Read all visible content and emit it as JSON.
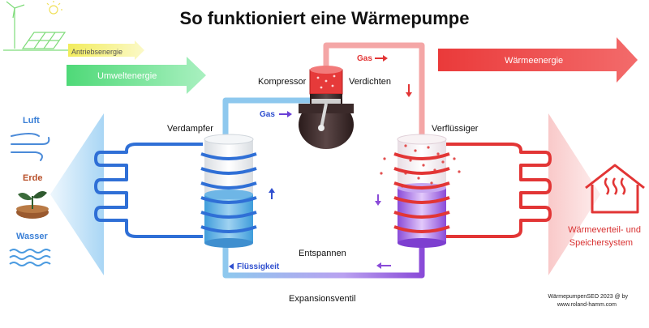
{
  "title": "So funktioniert eine Wärmepumpe",
  "labels": {
    "antriebsenergie": "Antriebsenergie",
    "umweltenergie": "Umweltenergie",
    "waermeenergie": "Wärmeenergie",
    "kompressor": "Kompressor",
    "verdichten": "Verdichten",
    "gas_top": "Gas",
    "gas_left": "Gas",
    "verdampfer": "Verdampfer",
    "verfluessiger": "Verflüssiger",
    "entspannen": "Entspannen",
    "fluessigkeit": "Flüssigkeit",
    "expansionsventil": "Expansionsventil",
    "luft": "Luft",
    "erde": "Erde",
    "wasser": "Wasser",
    "waermeverteil_1": "Wärmeverteil- und",
    "waermeverteil_2": "Speichersystem"
  },
  "credits": {
    "line1": "WärmepumpenSEO 2023 @ by",
    "line2": "www.roland-hamm.com"
  },
  "colors": {
    "cold": "#2f6fd6",
    "cold_light": "#8fc6ea",
    "hot": "#e53a3a",
    "hot_light": "#f4a6a6",
    "green": "#6fe08a",
    "yellow": "#f6f07a",
    "purple": "#8a4bd8"
  },
  "icons": [
    "solar-wind-icon",
    "wind-icon",
    "plant-icon",
    "water-icon",
    "house-heating-icon",
    "compressor-icon"
  ]
}
